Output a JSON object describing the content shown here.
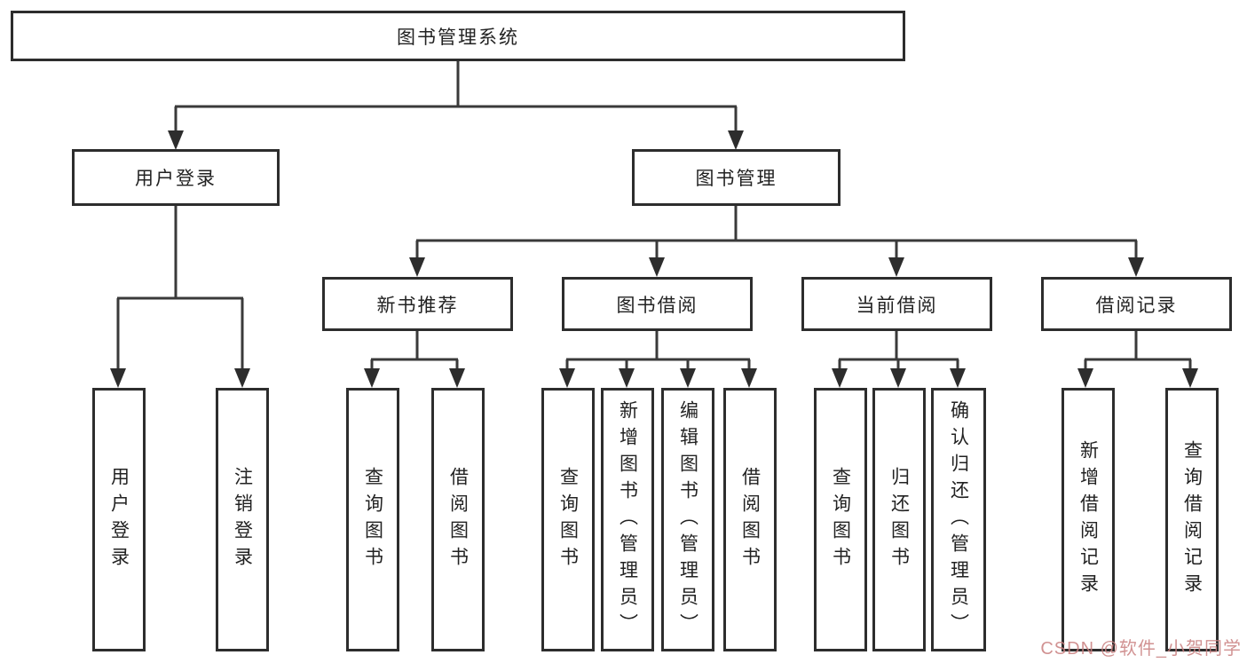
{
  "diagram": {
    "root": "图书管理系统",
    "level2": [
      "用户登录",
      "图书管理"
    ],
    "level3": [
      "新书推荐",
      "图书借阅",
      "当前借阅",
      "借阅记录"
    ],
    "leaves": {
      "user_login": [
        "用户登录",
        "注销登录"
      ],
      "new_books": [
        "查询图书",
        "借阅图书"
      ],
      "book_borrow": [
        "查询图书",
        "新增图书（管理员）",
        "编辑图书（管理员）",
        "借阅图书"
      ],
      "current_borrow": [
        "查询图书",
        "归还图书",
        "确认归还（管理员）"
      ],
      "borrow_records": [
        "新增借阅记录",
        "查询借阅记录"
      ]
    },
    "line_color": "#3a3a3a",
    "border_color": "#2d2d2d"
  },
  "watermark": {
    "text": "CSDN @软件_小贺同学",
    "color": "#c98080"
  }
}
